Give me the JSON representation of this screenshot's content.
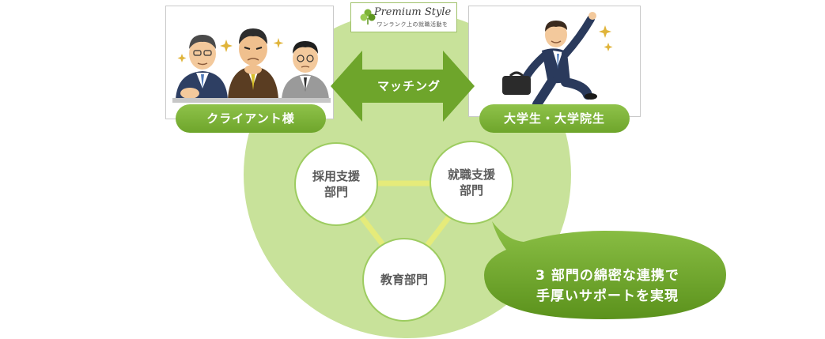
{
  "logo": {
    "title": "Premium Style",
    "subtitle": "ワンランク上の就職活動を",
    "icon": "clover-leaf-icon"
  },
  "left_panel": {
    "label": "クライアント様",
    "illustration": "three-businessmen-illustration"
  },
  "right_panel": {
    "label": "大学生・大学院生",
    "illustration": "jubilant-student-illustration"
  },
  "arrow": {
    "label": "マッチング"
  },
  "departments": [
    {
      "line1": "採用支援",
      "line2": "部門"
    },
    {
      "line1": "就職支援",
      "line2": "部門"
    },
    {
      "line1": "教育部門",
      "line2": ""
    }
  ],
  "bubble": {
    "line1": "3 部門の綿密な連携で",
    "line2": "手厚いサポートを実現"
  },
  "colors": {
    "accent_green": "#7cb236",
    "dark_green": "#5e961f",
    "light_green": "#c8e29a",
    "connector_yellow": "#e5eb7a"
  }
}
